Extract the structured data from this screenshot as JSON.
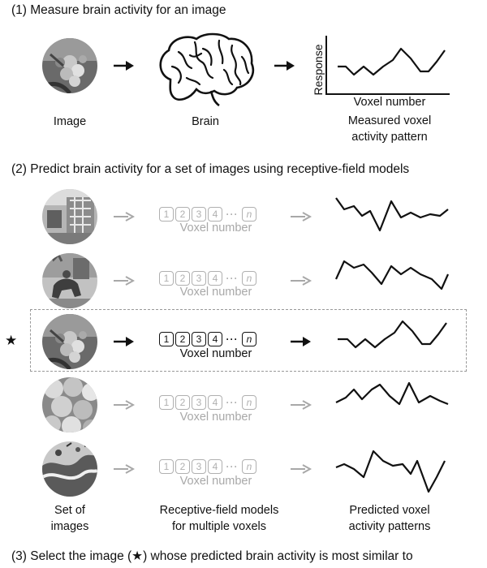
{
  "step1": {
    "heading": "(1) Measure brain activity for an image",
    "image_label": "Image",
    "brain_label": "Brain",
    "pattern_label_line1": "Measured voxel",
    "pattern_label_line2": "activity pattern",
    "axis_y_label": "Response",
    "axis_x_label": "Voxel number"
  },
  "step2": {
    "heading": "(2) Predict brain activity for a set of images using receptive-field models",
    "star_symbol": "★",
    "voxel_boxes": [
      "1",
      "2",
      "3",
      "4"
    ],
    "voxel_dots": "···",
    "voxel_last": "n",
    "voxel_number_label": "Voxel number",
    "rows": [
      {
        "image": "room-photo",
        "active": false
      },
      {
        "image": "rider-photo",
        "active": false
      },
      {
        "image": "berries-photo",
        "active": true
      },
      {
        "image": "fruit-photo",
        "active": false
      },
      {
        "image": "wave-photo",
        "active": false
      }
    ],
    "bottom_labels": {
      "images_line1": "Set of",
      "images_line2": "images",
      "models_line1": "Receptive-field models",
      "models_line2": "for multiple voxels",
      "patterns_line1": "Predicted voxel",
      "patterns_line2": "activity patterns"
    }
  },
  "step3": {
    "heading": "(3) Select the image (★) whose predicted brain activity is most similar to"
  },
  "colors": {
    "active": "#111111",
    "inactive": "#a8a8a8",
    "dash": "#999999"
  }
}
